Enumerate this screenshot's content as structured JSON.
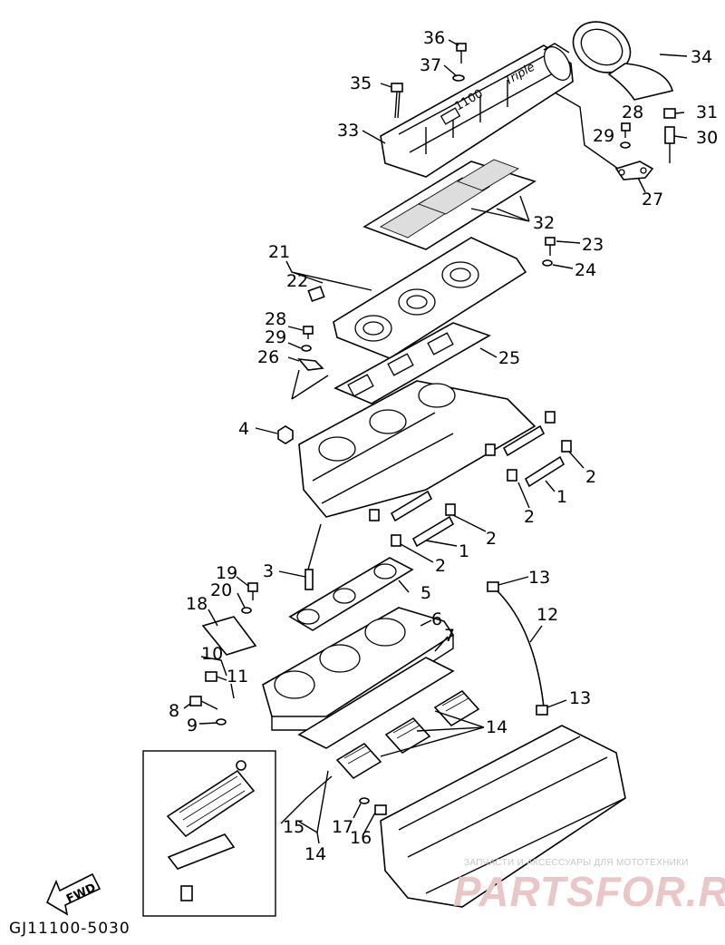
{
  "diagram_code": "GJ11100-5030",
  "watermark": {
    "caption": "ЗАПЧАСТИ И АКСЕССУАРЫ ДЛЯ МОТОТЕХНИКИ",
    "brand": "PARTSFOR.RU"
  },
  "direction_label": "FWD",
  "callouts": [
    {
      "id": "c36",
      "text": "36"
    },
    {
      "id": "c37",
      "text": "37"
    },
    {
      "id": "c35",
      "text": "35"
    },
    {
      "id": "c34",
      "text": "34"
    },
    {
      "id": "c33",
      "text": "33"
    },
    {
      "id": "c28a",
      "text": "28"
    },
    {
      "id": "c31",
      "text": "31"
    },
    {
      "id": "c29a",
      "text": "29"
    },
    {
      "id": "c30",
      "text": "30"
    },
    {
      "id": "c27",
      "text": "27"
    },
    {
      "id": "c32",
      "text": "32"
    },
    {
      "id": "c23",
      "text": "23"
    },
    {
      "id": "c21",
      "text": "21"
    },
    {
      "id": "c24",
      "text": "24"
    },
    {
      "id": "c22",
      "text": "22"
    },
    {
      "id": "c28b",
      "text": "28"
    },
    {
      "id": "c29b",
      "text": "29"
    },
    {
      "id": "c26",
      "text": "26"
    },
    {
      "id": "c25",
      "text": "25"
    },
    {
      "id": "c4",
      "text": "4"
    },
    {
      "id": "c2a",
      "text": "2"
    },
    {
      "id": "c1a",
      "text": "1"
    },
    {
      "id": "c2b",
      "text": "2"
    },
    {
      "id": "c2c",
      "text": "2"
    },
    {
      "id": "c1b",
      "text": "1"
    },
    {
      "id": "c2d",
      "text": "2"
    },
    {
      "id": "c3",
      "text": "3"
    },
    {
      "id": "c19",
      "text": "19"
    },
    {
      "id": "c13a",
      "text": "13"
    },
    {
      "id": "c5",
      "text": "5"
    },
    {
      "id": "c20",
      "text": "20"
    },
    {
      "id": "c18",
      "text": "18"
    },
    {
      "id": "c12",
      "text": "12"
    },
    {
      "id": "c6",
      "text": "6"
    },
    {
      "id": "c7",
      "text": "7"
    },
    {
      "id": "c10",
      "text": "10"
    },
    {
      "id": "c11",
      "text": "11"
    },
    {
      "id": "c8",
      "text": "8"
    },
    {
      "id": "c13b",
      "text": "13"
    },
    {
      "id": "c9",
      "text": "9"
    },
    {
      "id": "c14a",
      "text": "14"
    },
    {
      "id": "c15",
      "text": "15"
    },
    {
      "id": "c17",
      "text": "17"
    },
    {
      "id": "c16",
      "text": "16"
    },
    {
      "id": "c14b",
      "text": "14"
    }
  ]
}
